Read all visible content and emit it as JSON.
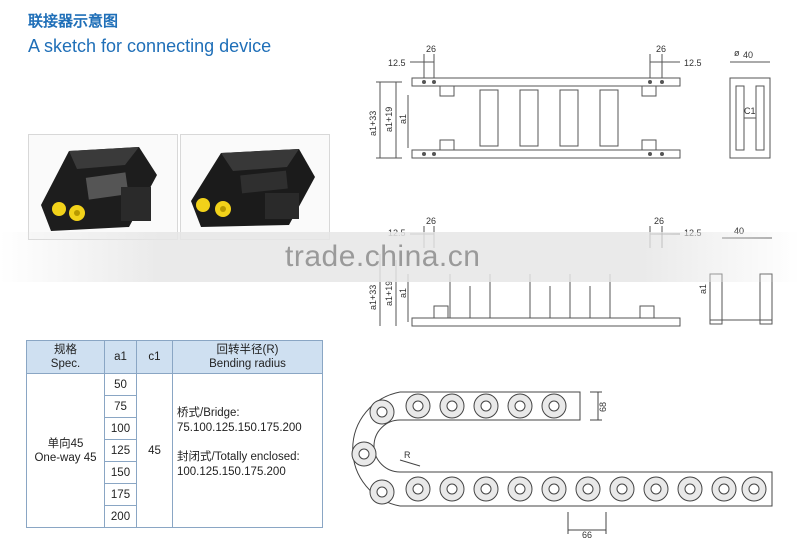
{
  "header": {
    "title_cn": "联接器示意图",
    "title_en": "A sketch for connecting device"
  },
  "watermark": "trade.china.cn",
  "drawing_top": {
    "dim_left_12_5": "12.5",
    "dim_left_26": "26",
    "dim_right_26": "26",
    "dim_right_12_5": "12.5",
    "dim_a1_33": "a1+33",
    "dim_a1_19": "a1+19",
    "dim_a1": "a1",
    "dim_40": "40",
    "dim_c1": "C1",
    "dim_phi": "ø"
  },
  "drawing_mid": {
    "dim_left_12_5": "12.5",
    "dim_left_26": "26",
    "dim_right_26": "26",
    "dim_right_12_5": "12.5",
    "dim_a1_33": "a1+33",
    "dim_a1_19": "a1+19",
    "dim_a1": "a1",
    "dim_a1_side": "a1",
    "dim_40": "40"
  },
  "drawing_chain": {
    "dim_68": "68",
    "dim_66": "66",
    "dim_R": "R"
  },
  "table": {
    "h_spec_cn": "规格",
    "h_spec_en": "Spec.",
    "h_a1": "a1",
    "h_c1": "c1",
    "h_radius_cn": "回转半径(R)",
    "h_radius_en": "Bending radius",
    "spec_cn": "单向45",
    "spec_en": "One-way 45",
    "a1_values": [
      "50",
      "75",
      "100",
      "125",
      "150",
      "175",
      "200"
    ],
    "c1_value": "45",
    "bridge_label": "桥式/Bridge:",
    "bridge_values": "75.100.125.150.175.200",
    "enclosed_label": "封闭式/Totally enclosed:",
    "enclosed_values": "100.125.150.175.200"
  }
}
